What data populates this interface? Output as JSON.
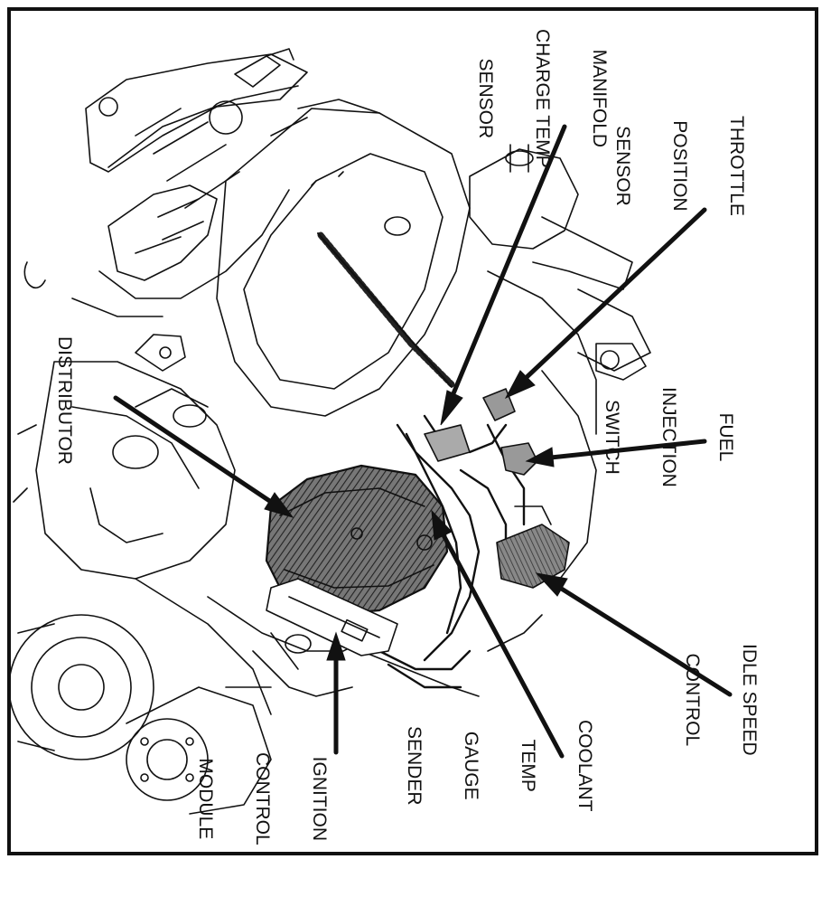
{
  "diagram": {
    "labels": {
      "manifold_charge_temp_sensor": [
        "MANIFOLD",
        "CHARGE TEMP",
        "SENSOR"
      ],
      "throttle_position_sensor": [
        "THROTTLE",
        "POSITION",
        "SENSOR"
      ],
      "fuel_injection_switch": [
        "FUEL",
        "INJECTION",
        "SWITCH"
      ],
      "idle_speed_control": [
        "IDLE SPEED",
        "CONTROL"
      ],
      "coolant_temp_gauge_sender": [
        "COOLANT",
        "TEMP",
        "GAUGE",
        "SENDER"
      ],
      "ignition_control_module": [
        "IGNITION",
        "CONTROL",
        "MODULE"
      ],
      "distributor": [
        "DISTRIBUTOR"
      ]
    },
    "colors": {
      "ink": "#111111",
      "paper": "#ffffff",
      "shade": "#555555"
    }
  }
}
